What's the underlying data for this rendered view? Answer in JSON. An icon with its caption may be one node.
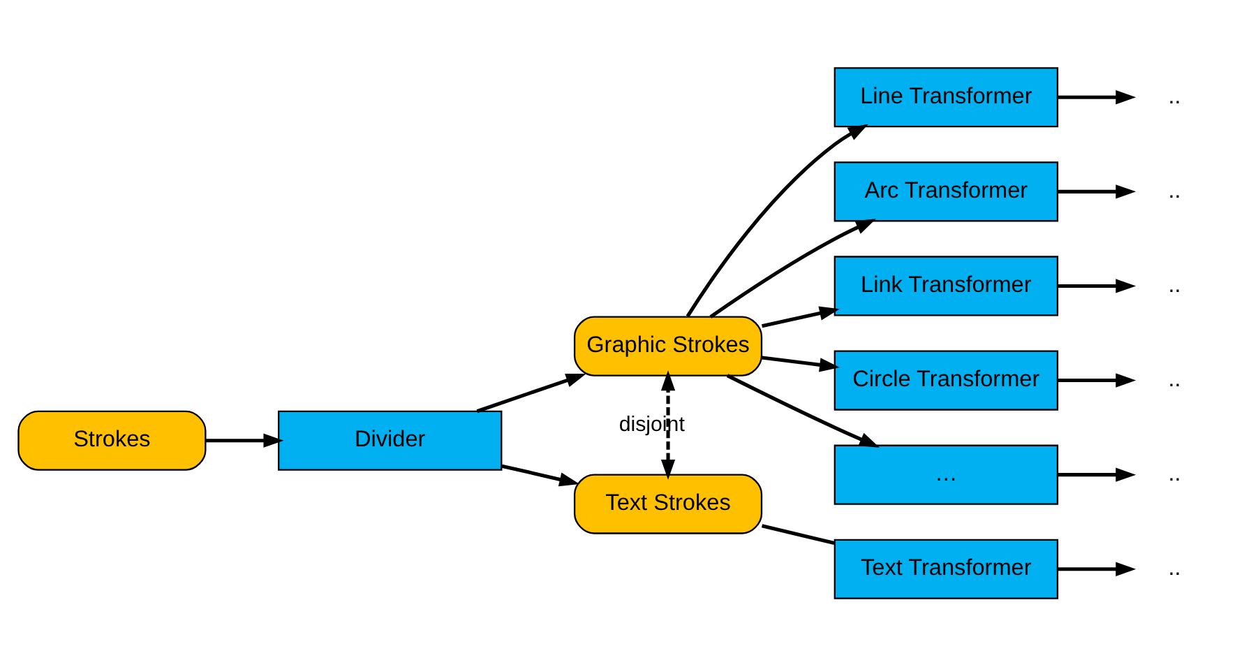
{
  "diagram": {
    "nodes": [
      {
        "text": [
          "Strokes"
        ]
      },
      {
        "text": [
          "Divider"
        ]
      },
      {
        "text": [
          "Graphic Strokes"
        ]
      },
      {
        "text": [
          "Text Strokes"
        ]
      },
      {
        "text": [
          "Line Transformer"
        ]
      },
      {
        "text": [
          "Arc Transformer"
        ]
      },
      {
        "text": [
          "Link Transformer"
        ]
      },
      {
        "text": [
          "Circle Transformer"
        ]
      },
      {
        "text": [
          "…"
        ]
      },
      {
        "text": [
          "Text Transformer"
        ]
      },
      {
        "text": [
          ".."
        ]
      },
      {
        "text": [
          ".."
        ]
      },
      {
        "text": [
          ".."
        ]
      },
      {
        "text": [
          ".."
        ]
      },
      {
        "text": [
          ".."
        ]
      },
      {
        "text": [
          ".."
        ]
      }
    ],
    "edges": [
      {
        "from": 0,
        "to": 1,
        "arrow": "to"
      },
      {
        "from": 1,
        "to": 2,
        "arrow": "to"
      },
      {
        "from": 1,
        "to": 3,
        "arrow": "to"
      },
      {
        "from": 3,
        "to": 2,
        "arrow": "both",
        "style": "dashed",
        "label": "disjoint"
      },
      {
        "from": 2,
        "to": 4,
        "arrow": "to"
      },
      {
        "from": 2,
        "to": 5,
        "arrow": "to"
      },
      {
        "from": 2,
        "to": 6,
        "arrow": "to"
      },
      {
        "from": 2,
        "to": 7,
        "arrow": "to"
      },
      {
        "from": 2,
        "to": 8,
        "arrow": "to"
      },
      {
        "from": 3,
        "to": 9,
        "arrow": "none"
      },
      {
        "from": 4,
        "to": 10,
        "arrow": "to"
      },
      {
        "from": 5,
        "to": 11,
        "arrow": "to"
      },
      {
        "from": 6,
        "to": 12,
        "arrow": "to"
      },
      {
        "from": 7,
        "to": 13,
        "arrow": "to"
      },
      {
        "from": 8,
        "to": 14,
        "arrow": "to"
      },
      {
        "from": 9,
        "to": 15,
        "arrow": "to"
      }
    ]
  }
}
